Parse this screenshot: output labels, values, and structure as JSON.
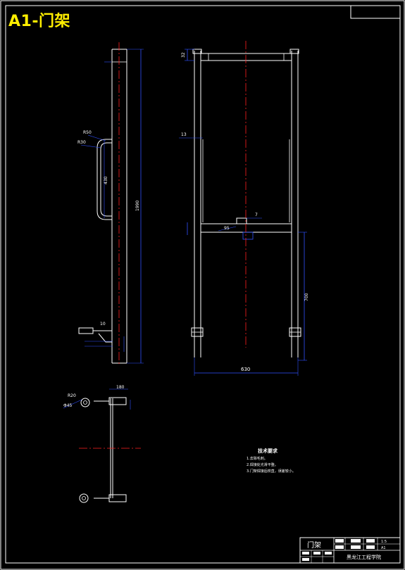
{
  "sheet_title": "A1-门架",
  "drawing": {
    "dim_labels": {
      "d32": "32",
      "d13": "13",
      "d7": "7",
      "d95": "95",
      "d700": "700",
      "d630": "630",
      "d180": "180",
      "d1990": "1990",
      "dR50": "R50",
      "dR30": "R30",
      "d430": "430",
      "d10": "10",
      "dphi45": "Φ45",
      "dR20": "R20"
    },
    "tech_req": {
      "title": "技术要求",
      "lines": [
        "1.去除毛刺。",
        "2.焊接处光滑平整。",
        "3.门架焊接后校直，误差较小。"
      ]
    },
    "title_block": {
      "part_name": "门架",
      "scale": "1:5",
      "sheet": "A1",
      "school": "黑龙江工程学院"
    }
  }
}
